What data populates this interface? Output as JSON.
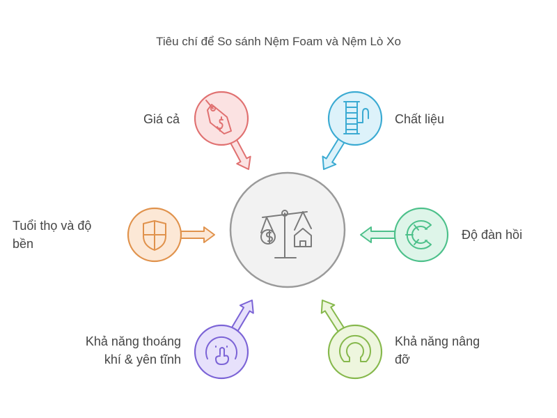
{
  "title": "Tiêu chí để So sánh Nệm Foam và Nệm Lò Xo",
  "center": {
    "icon": "balance-scale-icon",
    "stroke": "#9a9a9a",
    "fill": "#f2f2f2"
  },
  "criteria": [
    {
      "id": "price",
      "label_lines": [
        "Giá cả"
      ],
      "icon": "price-tag-icon",
      "stroke": "#e07070",
      "fill": "#fbe2e2"
    },
    {
      "id": "material",
      "label_lines": [
        "Chất liệu"
      ],
      "icon": "thread-spool-icon",
      "stroke": "#3aaad2",
      "fill": "#ddf2fa"
    },
    {
      "id": "durability",
      "label_lines": [
        "Tuổi thọ và độ",
        "bền"
      ],
      "icon": "shield-icon",
      "stroke": "#e0924c",
      "fill": "#fce8d6"
    },
    {
      "id": "elasticity",
      "label_lines": [
        "Độ đàn hồi"
      ],
      "icon": "elastic-ring-icon",
      "stroke": "#4cc08a",
      "fill": "#def5e9"
    },
    {
      "id": "breathability",
      "label_lines": [
        "Khả năng thoáng",
        "khí & yên tĩnh"
      ],
      "icon": "quiet-face-icon",
      "stroke": "#7b63d6",
      "fill": "#e7e1fb"
    },
    {
      "id": "support",
      "label_lines": [
        "Khả năng nâng",
        "đỡ"
      ],
      "icon": "support-arch-icon",
      "stroke": "#86b84c",
      "fill": "#eef6de"
    }
  ]
}
